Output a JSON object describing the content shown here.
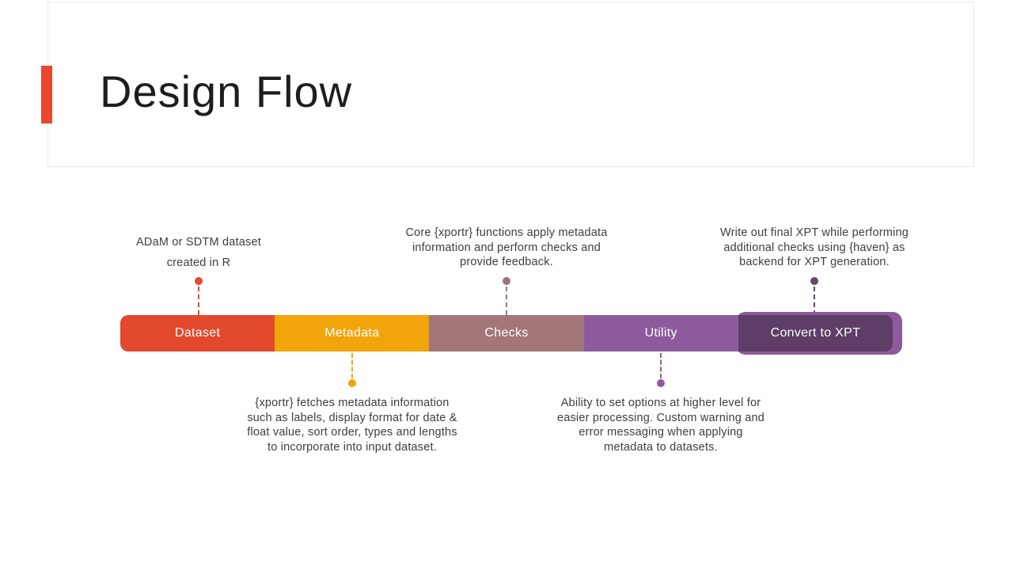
{
  "slide": {
    "title": "Design Flow",
    "accent_color": "#E8472B",
    "background_color": "#FFFFFF",
    "text_color": "#3D3D3D"
  },
  "flow": {
    "bar": {
      "backing_color": "#8D5A9B",
      "segments": [
        {
          "label": "Dataset",
          "color": "#E2492D"
        },
        {
          "label": "Metadata",
          "color": "#F2A40B"
        },
        {
          "label": "Checks",
          "color": "#A3767A"
        },
        {
          "label": "Utility",
          "color": "#8E5A9E"
        },
        {
          "label": "Convert to XPT",
          "color": "#5E3D66"
        }
      ]
    },
    "annotations_top": [
      {
        "dot_color": "#E2492D",
        "lines": [
          "ADaM or SDTM dataset",
          "created in R"
        ]
      },
      {
        "dot_color": "#9E7478",
        "lines": [
          "Core {xportr} functions apply metadata",
          "information and perform checks and",
          "provide feedback."
        ]
      },
      {
        "dot_color": "#6B4472",
        "lines": [
          "Write out final XPT while performing",
          "additional checks using {haven} as",
          "backend for XPT generation."
        ]
      }
    ],
    "annotations_bottom": [
      {
        "dot_color": "#F2A40B",
        "lines": [
          "{xportr} fetches metadata information",
          "such as labels, display format for date &",
          "float value, sort order, types and lengths",
          "to incorporate into input dataset."
        ]
      },
      {
        "dot_color": "#8D5A9B",
        "lines": [
          "Ability to set options at higher level for",
          "easier processing. Custom warning and",
          "error messaging when applying",
          "metadata to datasets."
        ]
      }
    ]
  }
}
